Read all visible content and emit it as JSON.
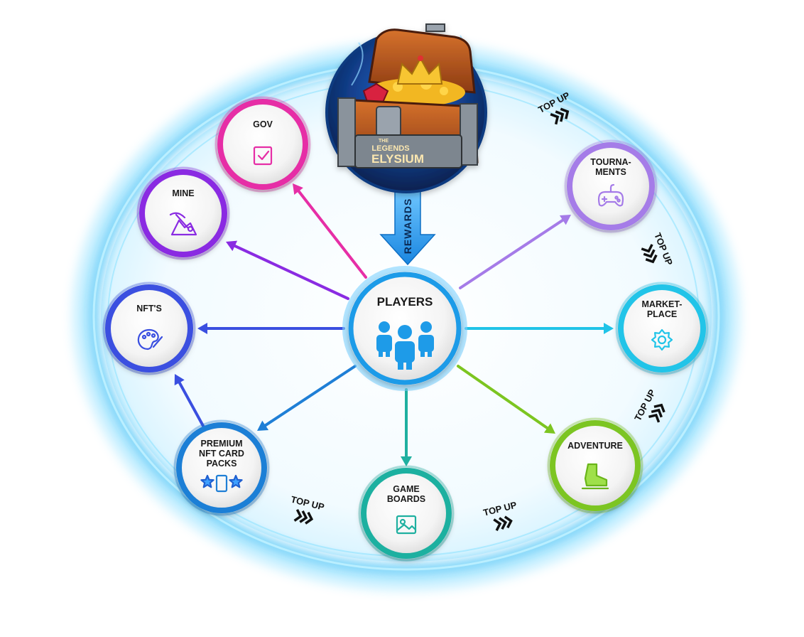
{
  "center": {
    "label": "PLAYERS",
    "icon": "users-icon",
    "color": "#1e9be8"
  },
  "chest": {
    "logo_small": "THE",
    "logo_mid": "LEGENDS",
    "logo_big": "ELYSIUM",
    "icon": "treasure-chest-icon"
  },
  "rewards_label": "REWARDS",
  "nodes": [
    {
      "id": "gov",
      "lines": [
        "GOV"
      ],
      "icon": "checkbox-icon",
      "color": "#e62ea6"
    },
    {
      "id": "mine",
      "lines": [
        "MINE"
      ],
      "icon": "pickaxe-icon",
      "color": "#8a2be2"
    },
    {
      "id": "nfts",
      "lines": [
        "NFT'S"
      ],
      "icon": "palette-icon",
      "color": "#3a4fe0"
    },
    {
      "id": "premium",
      "lines": [
        "PREMIUM",
        "NFT CARD",
        "PACKS"
      ],
      "icon": "card-stars-icon",
      "color": "#1f7fd6"
    },
    {
      "id": "boards",
      "lines": [
        "GAME",
        "BOARDS"
      ],
      "icon": "image-icon",
      "color": "#1fb0a0"
    },
    {
      "id": "adventure",
      "lines": [
        "ADVENTURE"
      ],
      "icon": "boot-icon",
      "color": "#7cc520"
    },
    {
      "id": "market",
      "lines": [
        "MARKET-",
        "PLACE"
      ],
      "icon": "gear-icon",
      "color": "#20c4e8"
    },
    {
      "id": "tournaments",
      "lines": [
        "TOURNA-",
        "MENTS"
      ],
      "icon": "gamepad-icon",
      "color": "#a57be8"
    }
  ],
  "topups": [
    {
      "label": "TOP UP"
    },
    {
      "label": "TOP UP"
    },
    {
      "label": "TOP UP"
    },
    {
      "label": "TOP UP"
    },
    {
      "label": "TOP UP"
    }
  ]
}
